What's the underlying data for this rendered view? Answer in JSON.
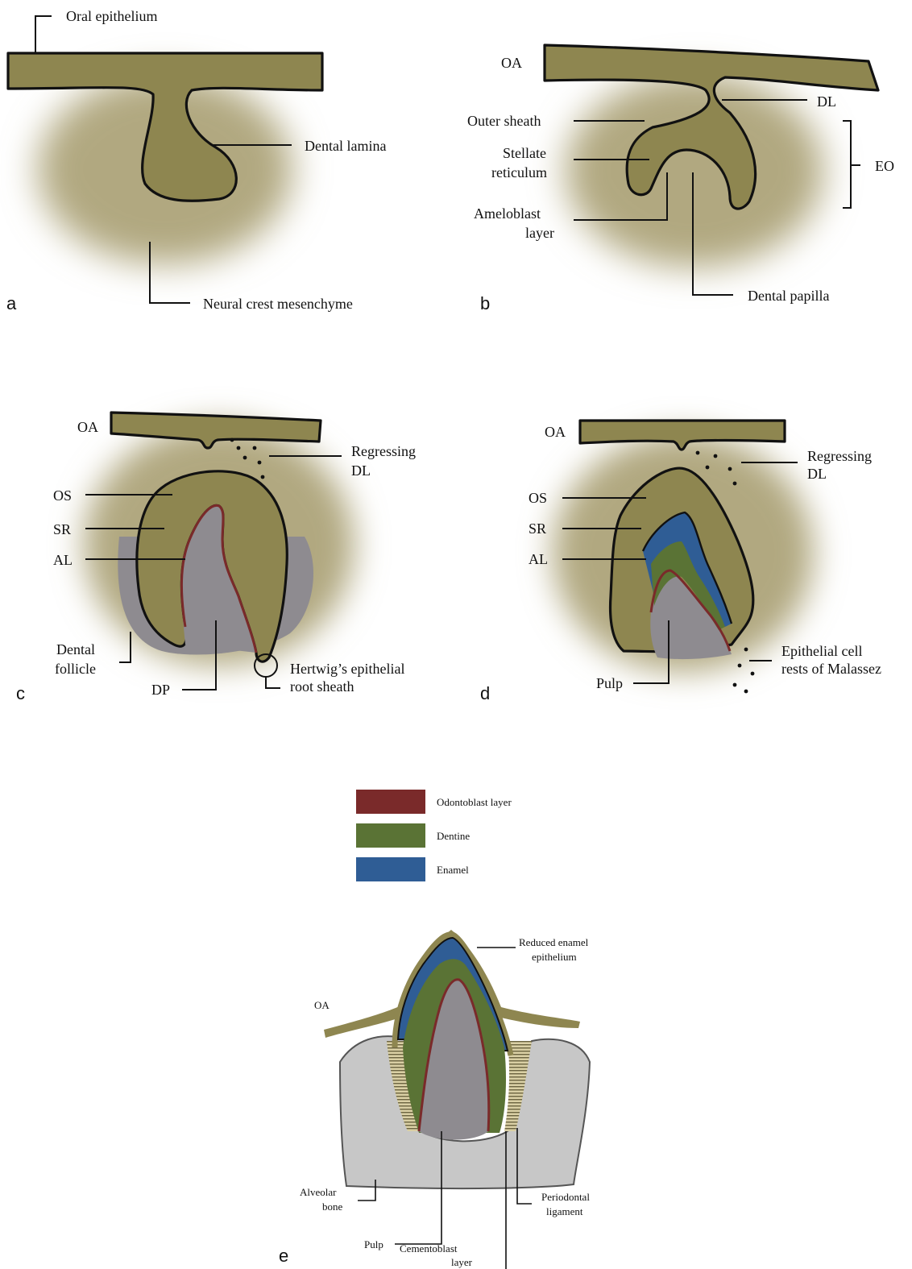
{
  "colors": {
    "epithelium": "#8e8650",
    "mesenchyme": "#b1a880",
    "papilla_grey": "#8e8b90",
    "bone_grey": "#c7c7c7",
    "odontoblast": "#7a2a2a",
    "dentine": "#5a7335",
    "enamel": "#2f5d95",
    "outline": "#111111"
  },
  "panels": {
    "a": {
      "letter": "a",
      "oral_epithelium": "Oral epithelium",
      "dental_lamina": "Dental lamina",
      "mesenchyme": "Neural crest mesenchyme"
    },
    "b": {
      "letter": "b",
      "oa": "OA",
      "dl": "DL",
      "outer_sheath": "Outer sheath",
      "stellate_1": "Stellate",
      "stellate_2": "reticulum",
      "ameloblast_1": "Ameloblast",
      "ameloblast_2": "layer",
      "eo": "EO",
      "dental_papilla": "Dental papilla"
    },
    "c": {
      "letter": "c",
      "oa": "OA",
      "regressing_1": "Regressing",
      "regressing_2": "DL",
      "os": "OS",
      "sr": "SR",
      "al": "AL",
      "follicle_1": "Dental",
      "follicle_2": "follicle",
      "dp": "DP",
      "hertwig_1": "Hertwig’s epithelial",
      "hertwig_2": "root sheath"
    },
    "d": {
      "letter": "d",
      "oa": "OA",
      "regressing_1": "Regressing",
      "regressing_2": "DL",
      "os": "OS",
      "sr": "SR",
      "al": "AL",
      "rests_1": "Epithelial cell",
      "rests_2": "rests of Malassez",
      "pulp": "Pulp"
    },
    "e": {
      "letter": "e",
      "reduced_1": "Reduced enamel",
      "reduced_2": "epithelium",
      "oa": "OA",
      "alveolar_1": "Alveolar",
      "alveolar_2": "bone",
      "pulp": "Pulp",
      "periodontal_1": "Periodontal",
      "periodontal_2": "ligament",
      "cementoblast_1": "Cementoblast",
      "cementoblast_2": "layer"
    }
  },
  "legend": [
    {
      "label": "Odontoblast layer",
      "color": "#7a2a2a"
    },
    {
      "label": "Dentine",
      "color": "#5a7335"
    },
    {
      "label": "Enamel",
      "color": "#2f5d95"
    }
  ]
}
